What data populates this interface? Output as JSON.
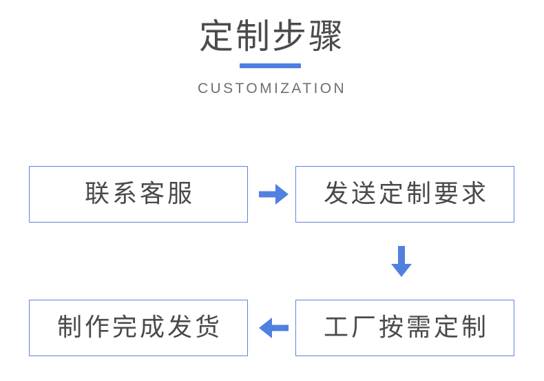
{
  "header": {
    "title": "定制步骤",
    "subtitle": "CUSTOMIZATION",
    "divider_color": "#4f7fe0",
    "title_color": "#4b4b4b",
    "subtitle_color": "#6f6f6f"
  },
  "flow": {
    "accent_color": "#5c84dc",
    "arrow_color": "#5080e0",
    "box_border_color": "#5c84dc",
    "box_text_color": "#4a4a4a",
    "steps": [
      {
        "id": "contact-support",
        "label": "联系客服",
        "order": 1
      },
      {
        "id": "send-requirements",
        "label": "发送定制要求",
        "order": 2
      },
      {
        "id": "factory-customize",
        "label": "工厂按需定制",
        "order": 3
      },
      {
        "id": "produce-and-ship",
        "label": "制作完成发货",
        "order": 4
      }
    ],
    "arrows": [
      {
        "id": "arrow-right-top",
        "direction": "right",
        "from": "contact-support",
        "to": "send-requirements"
      },
      {
        "id": "arrow-down-right",
        "direction": "down",
        "from": "send-requirements",
        "to": "factory-customize"
      },
      {
        "id": "arrow-left-bottom",
        "direction": "left",
        "from": "factory-customize",
        "to": "produce-and-ship"
      }
    ]
  }
}
